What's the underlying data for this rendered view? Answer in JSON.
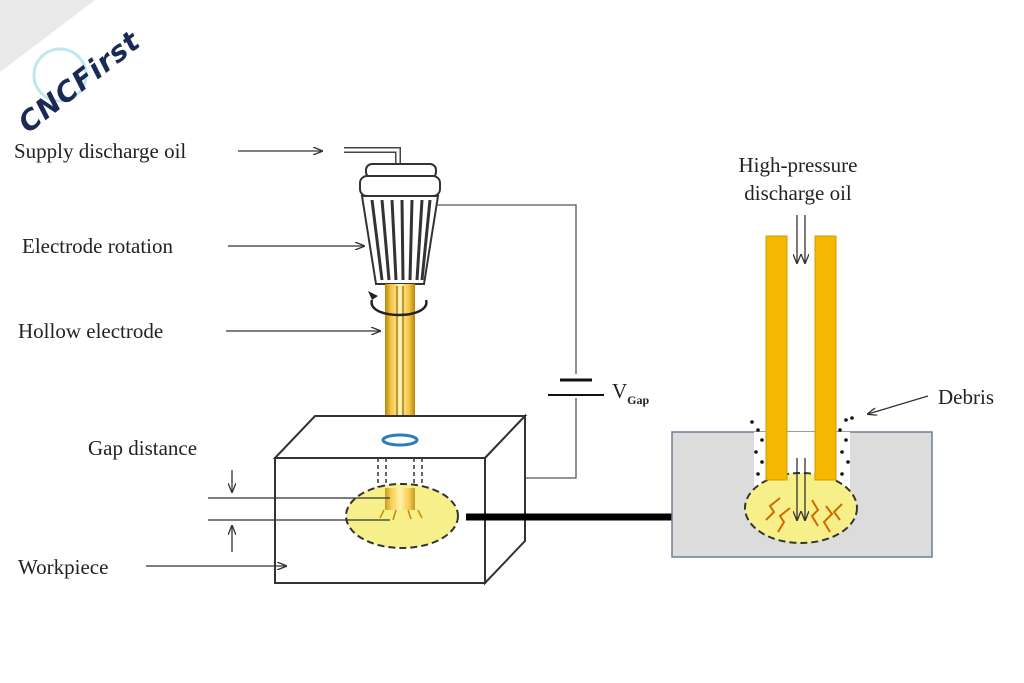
{
  "logo": {
    "text": "CNCFirst"
  },
  "labels": {
    "supply_oil": "Supply discharge oil",
    "electrode_rotation": "Electrode rotation",
    "hollow_electrode": "Hollow electrode",
    "gap_distance": "Gap distance",
    "workpiece": "Workpiece",
    "v_main": "V",
    "v_sub": "Gap",
    "high_pressure_line1": "High-pressure",
    "high_pressure_line2": "discharge oil",
    "debris": "Debris"
  },
  "colors": {
    "electrode": "#f5b800",
    "electrode_dark": "#c78a00",
    "spark_zone": "#f7f08a",
    "workpiece_detail": "#dcdcdc",
    "line": "#333333",
    "logo": "#1a2a55"
  }
}
